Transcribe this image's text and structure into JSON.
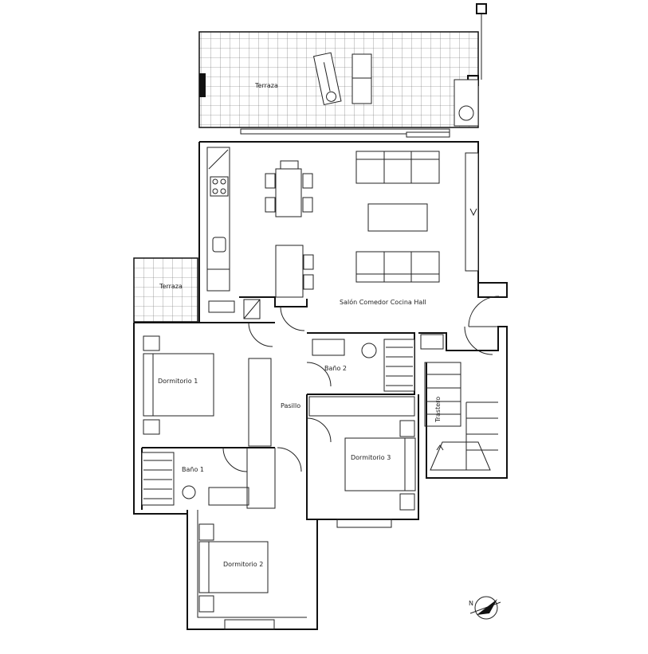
{
  "plan": {
    "rooms": {
      "terraza_top": "Terraza",
      "terraza_left": "Terraza",
      "salon": "Salón Comedor Cocina Hall",
      "bano2": "Baño 2",
      "dormitorio1": "Dormitorio 1",
      "pasillo": "Pasillo",
      "bano1": "Baño 1",
      "dormitorio3": "Dormitorio 3",
      "dormitorio2": "Dormitorio 2",
      "trastero": "Trastero"
    },
    "compass": "N",
    "line_color": "#111111",
    "background": "#ffffff"
  }
}
